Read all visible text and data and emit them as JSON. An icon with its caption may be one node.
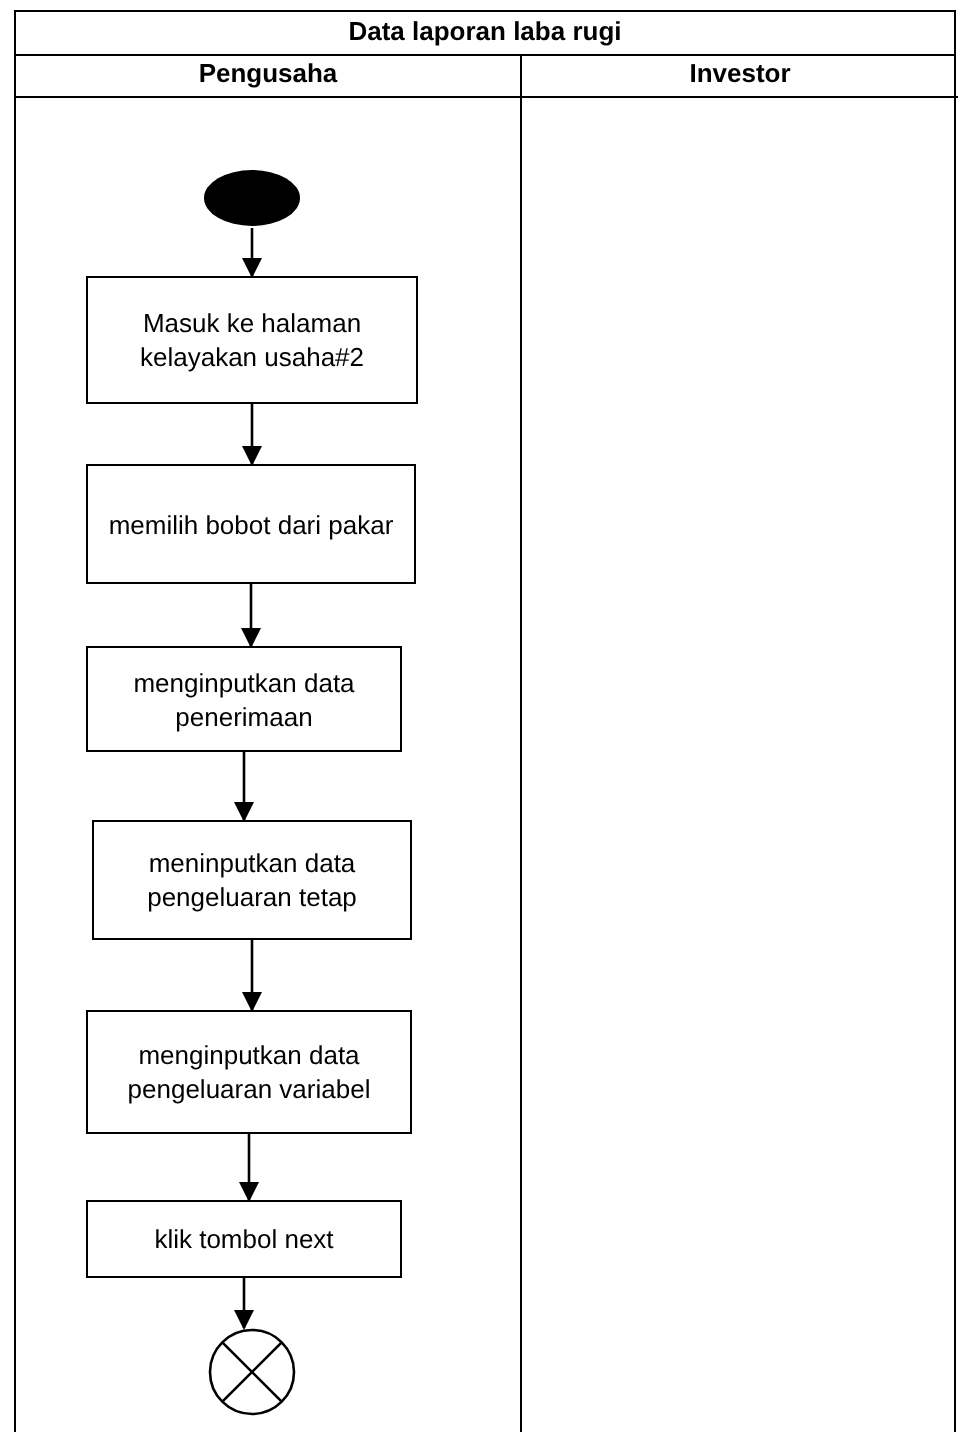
{
  "diagram": {
    "nodes": [
      {
        "text": [
          "Data laporan laba rugi"
        ]
      },
      {
        "text": [
          "Pengusaha"
        ],
        "in": 0
      },
      {
        "text": [
          "Investor"
        ],
        "in": 0
      },
      {
        "text": [],
        "shape": "circle",
        "in": 1
      },
      {
        "text": [
          "Masuk ke halaman kelayakan usaha#2"
        ],
        "in": 1
      },
      {
        "text": [
          "memilih bobot dari pakar"
        ],
        "in": 1
      },
      {
        "text": [
          "menginputkan data penerimaan"
        ],
        "in": 1
      },
      {
        "text": [
          "meninputkan data pengeluaran tetap"
        ],
        "in": 1
      },
      {
        "text": [
          "menginputkan data pengeluaran variabel"
        ],
        "in": 1
      },
      {
        "text": [
          "klik tombol next"
        ],
        "in": 1
      },
      {
        "text": [],
        "shape": "circle",
        "in": 1
      }
    ],
    "edges": [
      {
        "from": 3,
        "to": 4,
        "arrow": "to"
      },
      {
        "from": 4,
        "to": 5,
        "arrow": "to"
      },
      {
        "from": 5,
        "to": 6,
        "arrow": "to"
      },
      {
        "from": 6,
        "to": 7,
        "arrow": "to"
      },
      {
        "from": 7,
        "to": 8,
        "arrow": "to"
      },
      {
        "from": 8,
        "to": 9,
        "arrow": "to"
      },
      {
        "from": 9,
        "to": 10,
        "arrow": "to"
      }
    ]
  }
}
